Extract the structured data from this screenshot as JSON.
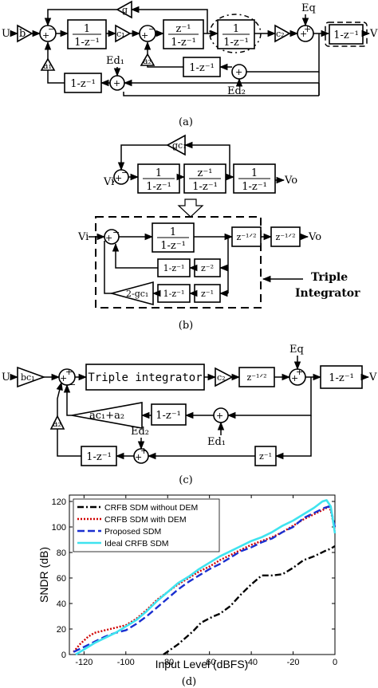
{
  "panel_a": {
    "caption": "(a)",
    "in_label": "U",
    "out_label": "V",
    "b": "b",
    "g": "g",
    "a1": "a₁",
    "a2": "a₂",
    "c1": "c₁",
    "c2": "c₂",
    "int1": [
      "1",
      "1-z⁻¹"
    ],
    "int2": [
      "z⁻¹",
      "1-z⁻¹"
    ],
    "int3": [
      "1",
      "1-z⁻¹"
    ],
    "delay_out": "1-z⁻¹",
    "delay_fb1": "1-z⁻¹",
    "delay_fb2": "1-z⁻¹",
    "eq": "Eq",
    "ed1": "Ed₁",
    "ed2": "Ed₂"
  },
  "panel_b": {
    "caption": "(b)",
    "vi": "Vi",
    "vo": "Vo",
    "gc1": "gc₁",
    "int1": [
      "1",
      "1-z⁻¹"
    ],
    "int2": [
      "z⁻¹",
      "1-z⁻¹"
    ],
    "int3": [
      "1",
      "1-z⁻¹"
    ],
    "vi2": "Vi",
    "vo2": "Vo",
    "int_lower": [
      "1",
      "1-z⁻¹"
    ],
    "zhalf1": "z⁻¹ᐟ²",
    "zhalf2": "z⁻¹ᐟ²",
    "fb_a": "1-z⁻¹",
    "fb_b": "z⁻²",
    "fb_c": "1-z⁻¹",
    "fb_d": "z⁻¹",
    "gain": "2-gc₁",
    "label_line1": "Triple",
    "label_line2": "Integrator"
  },
  "panel_c": {
    "caption": "(c)",
    "in_label": "U",
    "out_label": "V",
    "bc1": "bc₁",
    "triple": "Triple integrator",
    "c2": "c₂",
    "zhalf": "z⁻¹ᐟ²",
    "delay_out": "1-z⁻¹",
    "gain": "ac₁+a₂",
    "delay_mid": "1-z⁻¹",
    "delay_low": "1-z⁻¹",
    "delay_right": "z⁻¹",
    "a2": "a₂",
    "eq": "Eq",
    "ed1": "Ed₁",
    "ed2": "Ed₂"
  },
  "panel_d": {
    "caption": "(d)"
  },
  "chart_data": {
    "type": "line",
    "xlabel": "Input Level (dBFS)",
    "ylabel": "SNDR (dB)",
    "xlim": [
      -127,
      0
    ],
    "ylim": [
      0,
      125
    ],
    "xticks": [
      -120,
      -100,
      -80,
      -60,
      -40,
      -20,
      0
    ],
    "yticks": [
      0,
      20,
      40,
      60,
      80,
      100,
      120
    ],
    "grid": false,
    "legend_position": "top-left",
    "series": [
      {
        "name": "CRFB SDM without DEM",
        "color": "#000000",
        "style": "dashdot",
        "x": [
          -82,
          -75,
          -68,
          -64,
          -58,
          -55,
          -50,
          -45,
          -40,
          -35,
          -30,
          -25,
          -20,
          -15,
          -10,
          -5,
          -2,
          0
        ],
        "y": [
          0,
          8,
          18,
          25,
          30,
          32,
          38,
          47,
          55,
          62,
          62,
          63,
          68,
          74,
          77,
          81,
          83,
          85
        ]
      },
      {
        "name": "CRFB SDM with DEM",
        "color": "#d00000",
        "style": "dotted",
        "x": [
          -125,
          -122,
          -118,
          -115,
          -110,
          -105,
          -100,
          -95,
          -90,
          -85,
          -80,
          -75,
          -70,
          -65,
          -60,
          -55,
          -50,
          -45,
          -40,
          -35,
          -30,
          -25,
          -20,
          -15,
          -10,
          -5,
          -3,
          -2,
          0
        ],
        "y": [
          2,
          8,
          14,
          17,
          19,
          21,
          23,
          28,
          35,
          43,
          49,
          55,
          60,
          65,
          69,
          74,
          78,
          82,
          86,
          89,
          92,
          96,
          101,
          106,
          110,
          114,
          116,
          113,
          97
        ]
      },
      {
        "name": "Proposed SDM",
        "color": "#1a2fd0",
        "style": "dashed",
        "x": [
          -125,
          -120,
          -115,
          -110,
          -105,
          -100,
          -95,
          -90,
          -85,
          -80,
          -75,
          -70,
          -65,
          -60,
          -55,
          -50,
          -45,
          -40,
          -35,
          -30,
          -25,
          -20,
          -15,
          -10,
          -5,
          -3,
          -2,
          0
        ],
        "y": [
          2,
          6,
          10,
          14,
          17,
          19,
          24,
          30,
          37,
          44,
          51,
          57,
          62,
          67,
          71,
          76,
          81,
          84,
          88,
          91,
          96,
          100,
          107,
          111,
          115,
          116,
          114,
          100
        ]
      },
      {
        "name": "Ideal CRFB SDM",
        "color": "#3fe3ef",
        "style": "solid",
        "x": [
          -124,
          -120,
          -115,
          -110,
          -105,
          -100,
          -95,
          -90,
          -85,
          -80,
          -75,
          -70,
          -65,
          -60,
          -55,
          -50,
          -45,
          -40,
          -35,
          -30,
          -25,
          -20,
          -15,
          -10,
          -6,
          -4,
          -2,
          0
        ],
        "y": [
          0,
          4,
          9,
          13,
          17,
          22,
          27,
          34,
          42,
          49,
          56,
          61,
          67,
          72,
          77,
          81,
          85,
          89,
          92,
          96,
          101,
          105,
          110,
          115,
          120,
          121,
          116,
          95
        ]
      }
    ]
  }
}
